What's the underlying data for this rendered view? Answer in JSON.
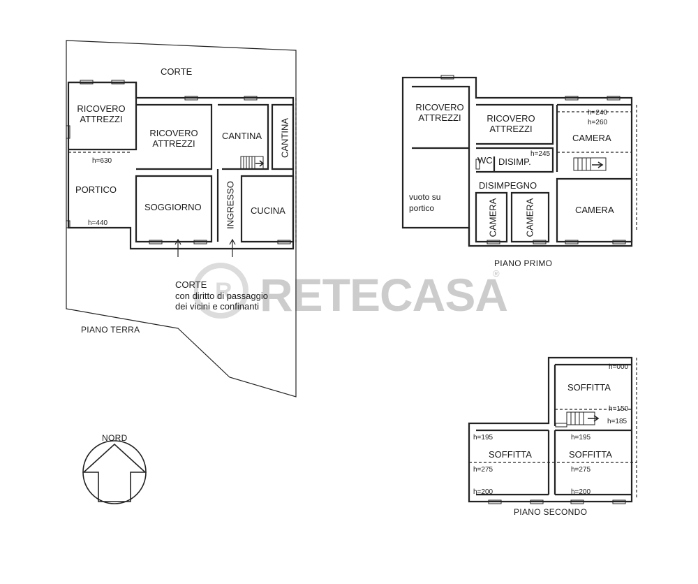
{
  "ground_floor": {
    "title": "PIANO TERRA",
    "rooms": {
      "corte_top": "CORTE",
      "ricovero1_a": "RICOVERO",
      "ricovero1_b": "ATTREZZI",
      "ricovero2_a": "RICOVERO",
      "ricovero2_b": "ATTREZZI",
      "cantina1": "CANTINA",
      "cantina2": "CANTINA",
      "portico": "PORTICO",
      "soggiorno": "SOGGIORNO",
      "ingresso": "INGRESSO",
      "cucina": "CUCINA",
      "corte_bottom": "CORTE",
      "corte_note_1": "con diritto di passaggio",
      "corte_note_2": "dei vicini e confinanti"
    },
    "heights": {
      "h630": "h=630",
      "h440": "h=440"
    }
  },
  "first_floor": {
    "title": "PIANO PRIMO",
    "rooms": {
      "ricovero1_a": "RICOVERO",
      "ricovero1_b": "ATTREZZI",
      "ricovero2_a": "RICOVERO",
      "ricovero2_b": "ATTREZZI",
      "camera_top": "CAMERA",
      "wc": "WC",
      "disimp": "DISIMP.",
      "disimpegno": "DISIMPEGNO",
      "vuoto_1": "vuoto su",
      "vuoto_2": "portico",
      "camera_v1": "CAMERA",
      "camera_v2": "CAMERA",
      "camera_right": "CAMERA"
    },
    "heights": {
      "h240": "h=240",
      "h260": "h=260",
      "h245": "h=245"
    }
  },
  "second_floor": {
    "title": "PIANO SECONDO",
    "rooms": {
      "soffitta_top": "SOFFITTA",
      "soffitta_left": "SOFFITTA",
      "soffitta_right": "SOFFITTA"
    },
    "heights": {
      "h000": "h=000",
      "h150": "h=150",
      "h185": "h=185",
      "h195a": "h=195",
      "h195b": "h=195",
      "h275a": "h=275",
      "h275b": "h=275",
      "h200a": "h=200",
      "h200b": "h=200"
    }
  },
  "compass": {
    "label": "NORD"
  },
  "watermark": {
    "brand": "RETECASA",
    "registered": "®"
  }
}
